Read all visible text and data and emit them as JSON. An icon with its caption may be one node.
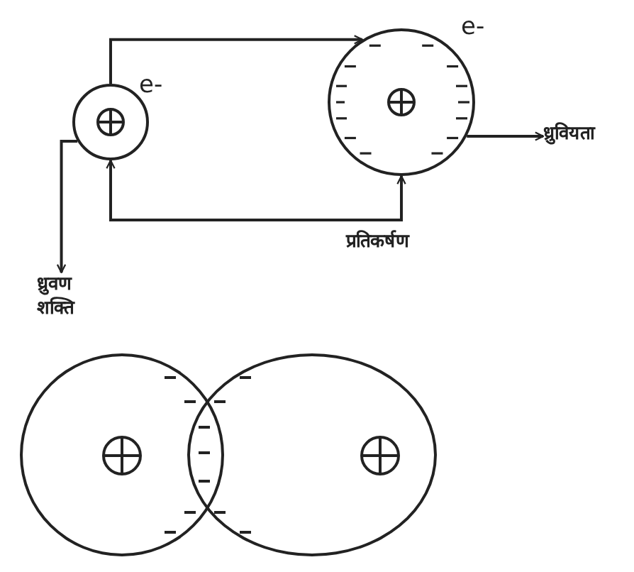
{
  "diagram": {
    "nodes": [
      {
        "text": [],
        "shape": "circle",
        "beside": [
          "e-"
        ]
      },
      {
        "text": [],
        "shape": "circle",
        "beside": [
          "e-"
        ]
      },
      {
        "text": [
          "ध्रुवियता"
        ]
      },
      {
        "text": [
          "ध्रुवण शक्ति"
        ]
      },
      {
        "text": [],
        "shape": "circle"
      },
      {
        "text": [],
        "shape": "circle"
      }
    ],
    "edges": [
      {
        "from": 0,
        "to": 1,
        "arrow": "to"
      },
      {
        "from": 0,
        "to": 1,
        "arrow": "both",
        "label": "प्रतिकर्षण"
      },
      {
        "from": 1,
        "to": 2,
        "arrow": "to"
      },
      {
        "from": 0,
        "to": 3,
        "arrow": "to"
      }
    ]
  }
}
